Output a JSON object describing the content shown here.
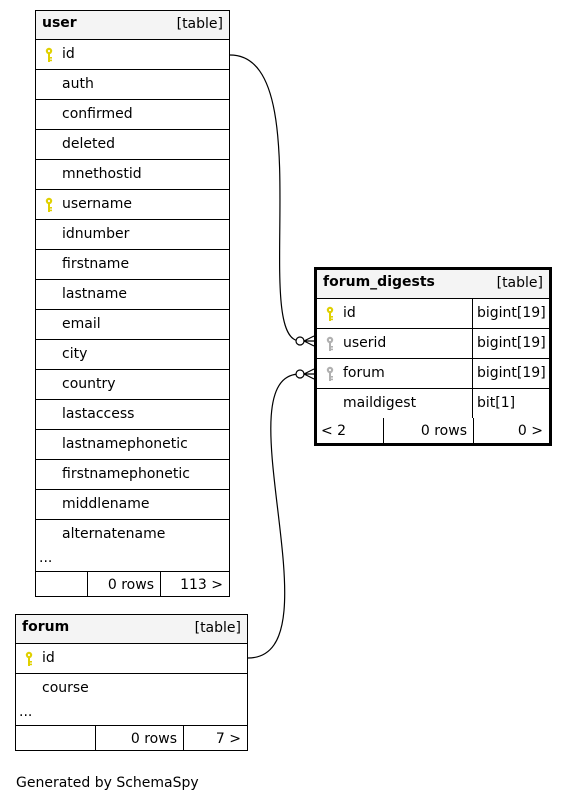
{
  "tables": {
    "user": {
      "name": "user",
      "type": "[table]",
      "columns": [
        {
          "name": "id",
          "key": "primary"
        },
        {
          "name": "auth",
          "key": ""
        },
        {
          "name": "confirmed",
          "key": ""
        },
        {
          "name": "deleted",
          "key": ""
        },
        {
          "name": "mnethostid",
          "key": ""
        },
        {
          "name": "username",
          "key": "primary"
        },
        {
          "name": "idnumber",
          "key": ""
        },
        {
          "name": "firstname",
          "key": ""
        },
        {
          "name": "lastname",
          "key": ""
        },
        {
          "name": "email",
          "key": ""
        },
        {
          "name": "city",
          "key": ""
        },
        {
          "name": "country",
          "key": ""
        },
        {
          "name": "lastaccess",
          "key": ""
        },
        {
          "name": "lastnamephonetic",
          "key": ""
        },
        {
          "name": "firstnamephonetic",
          "key": ""
        },
        {
          "name": "middlename",
          "key": ""
        },
        {
          "name": "alternatename",
          "key": ""
        }
      ],
      "ellipsis": "...",
      "stats": {
        "parents": "",
        "rows": "0 rows",
        "children": "113 >"
      }
    },
    "forum_digests": {
      "name": "forum_digests",
      "type": "[table]",
      "columns": [
        {
          "name": "id",
          "datatype": "bigint[19]",
          "key": "primary"
        },
        {
          "name": "userid",
          "datatype": "bigint[19]",
          "key": "foreign"
        },
        {
          "name": "forum",
          "datatype": "bigint[19]",
          "key": "foreign"
        },
        {
          "name": "maildigest",
          "datatype": "bit[1]",
          "key": ""
        }
      ],
      "stats": {
        "parents": "< 2",
        "rows": "0 rows",
        "children": "0 >"
      }
    },
    "forum": {
      "name": "forum",
      "type": "[table]",
      "columns": [
        {
          "name": "id",
          "key": "primary"
        },
        {
          "name": "course",
          "key": ""
        }
      ],
      "ellipsis": "...",
      "stats": {
        "parents": "",
        "rows": "0 rows",
        "children": "7 >"
      }
    }
  },
  "colors": {
    "primary_key": "#e0d000",
    "foreign_key": "#b0b0b0",
    "header_bg": "#f4f4f4"
  },
  "footer": "Generated by SchemaSpy"
}
